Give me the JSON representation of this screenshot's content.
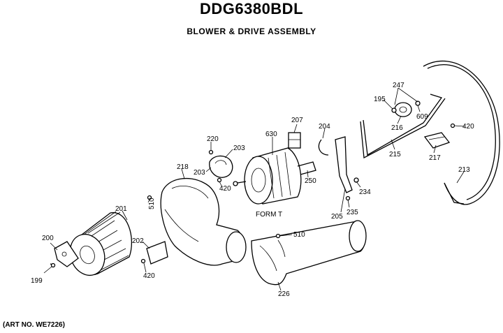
{
  "header": {
    "model": "DDG6380BDL",
    "assembly": "BLOWER & DRIVE ASSEMBLY"
  },
  "footer": {
    "art_no": "(ART NO. WE7226)"
  },
  "parts": {
    "p199": "199",
    "p200": "200",
    "p201": "201",
    "p202": "202",
    "p420a": "420",
    "p510a": "510",
    "p218": "218",
    "p220": "220",
    "p203a": "203",
    "p203b": "203",
    "p420b": "420",
    "p630": "630",
    "p207": "207",
    "p250": "250",
    "form": "FORM T",
    "p204": "204",
    "p234": "234",
    "p205": "205",
    "p235": "235",
    "p510b": "510",
    "p226": "226",
    "p195": "195",
    "p247": "247",
    "p216": "216",
    "p609": "609",
    "p215": "215",
    "p420c": "420",
    "p217": "217",
    "p213": "213"
  }
}
